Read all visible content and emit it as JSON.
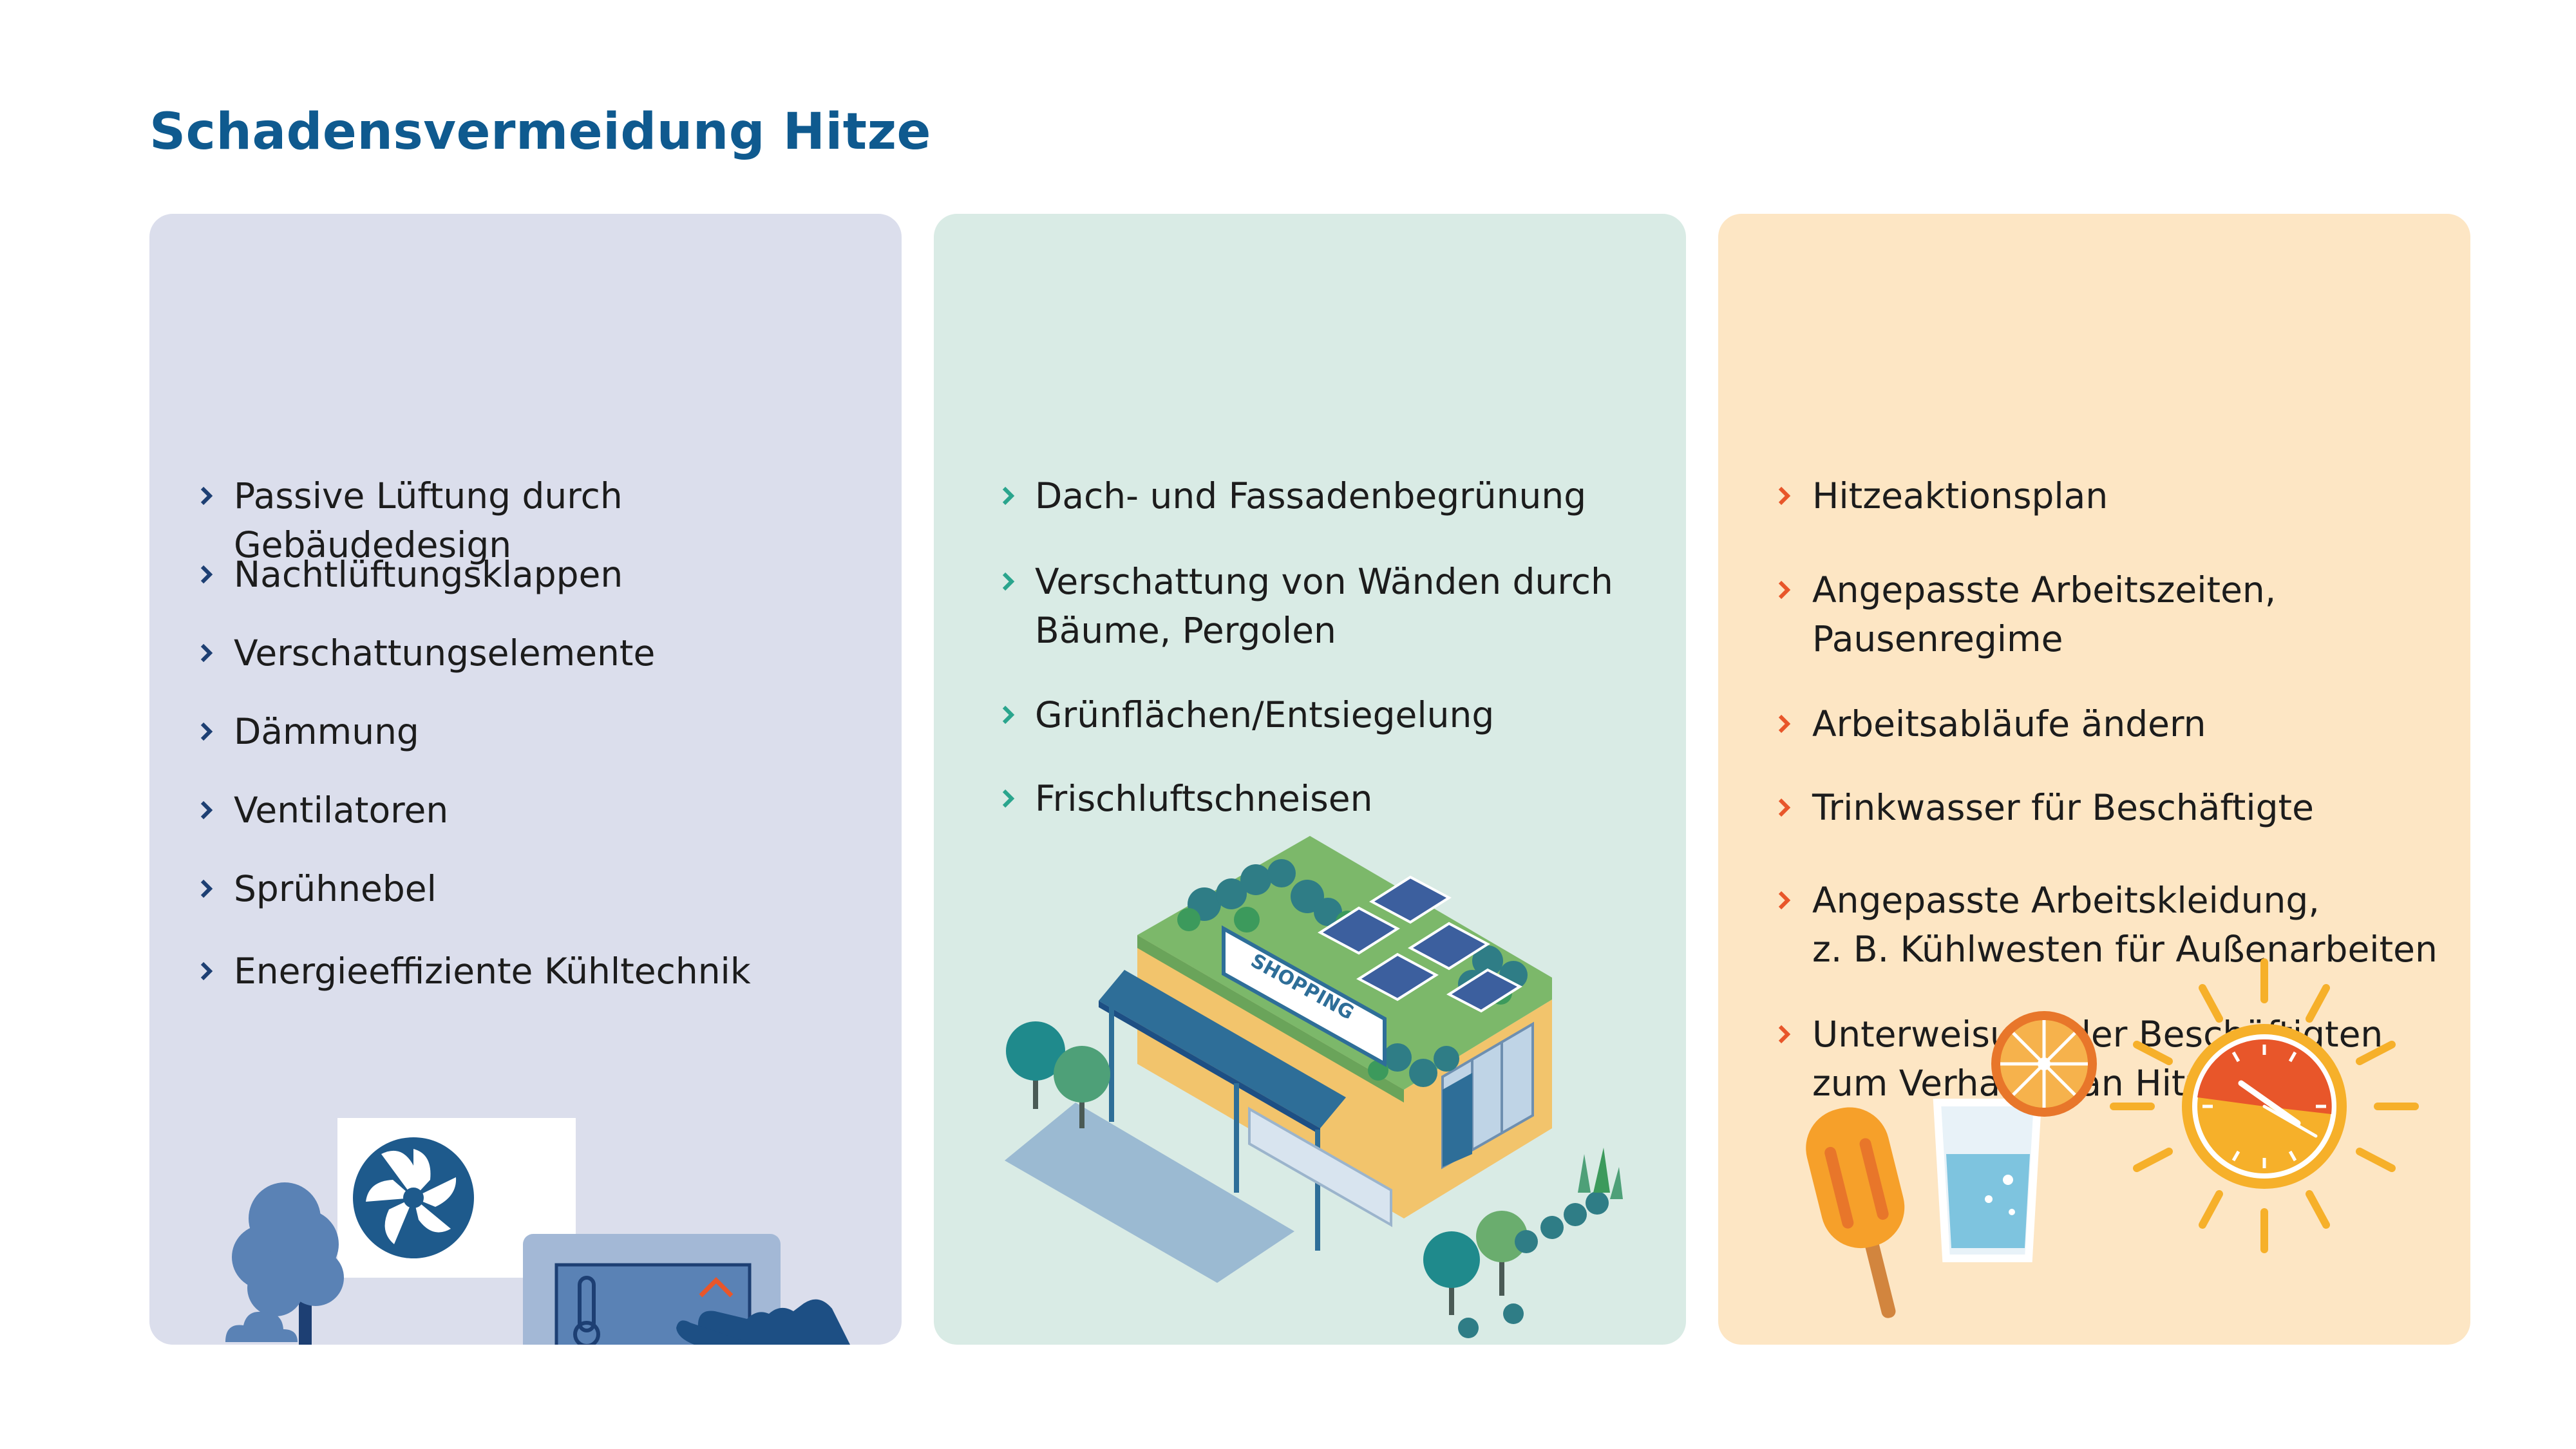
{
  "title": "Schadensvermeidung Hitze",
  "colors": {
    "title": "#0f5a8f",
    "card_building": "#dbdeec",
    "card_green": "#d9ebe5",
    "card_org": "#fde6c4",
    "chevron_building": "#1d3f73",
    "chevron_green": "#2aa58d",
    "chevron_org": "#e8562a"
  },
  "panels": [
    {
      "items": [
        "Passive Lüftung durch Gebäudedesign",
        "Nachtlüftungsklappen",
        "Verschattungselemente",
        "Dämmung",
        "Ventilatoren",
        "Sprühnebel",
        "Energieeffiziente Kühltechnik"
      ],
      "illustration_icons": [
        "fan-icon",
        "tree-icon",
        "thermostat-icon",
        "hand-icon"
      ]
    },
    {
      "items": [
        [
          "Dach- und Fassadenbegrünung"
        ],
        [
          "Verschattung von Wänden durch",
          "Bäume, Pergolen"
        ],
        [
          "Grünflächen/Entsiegelung"
        ],
        [
          "Frischluftschneisen"
        ]
      ],
      "illustration_icons": [
        "green-building-icon",
        "solar-panel-icon",
        "tree-icon"
      ],
      "sign_label": "SHOPPING"
    },
    {
      "items": [
        [
          "Hitzeaktionsplan"
        ],
        [
          "Angepasste Arbeitszeiten,",
          "Pausenregime"
        ],
        [
          "Arbeitsabläufe ändern"
        ],
        [
          "Trinkwasser für Beschäftigte"
        ],
        [
          "Angepasste Arbeitskleidung,",
          "z. B. Kühlwesten für Außenarbeiten"
        ],
        [
          "Unterweisung der Beschäftigten",
          "zum Verhalten an Hitzetagen"
        ]
      ],
      "illustration_icons": [
        "popsicle-icon",
        "water-glass-icon",
        "orange-slice-icon",
        "sun-icon",
        "clock-icon"
      ]
    }
  ]
}
